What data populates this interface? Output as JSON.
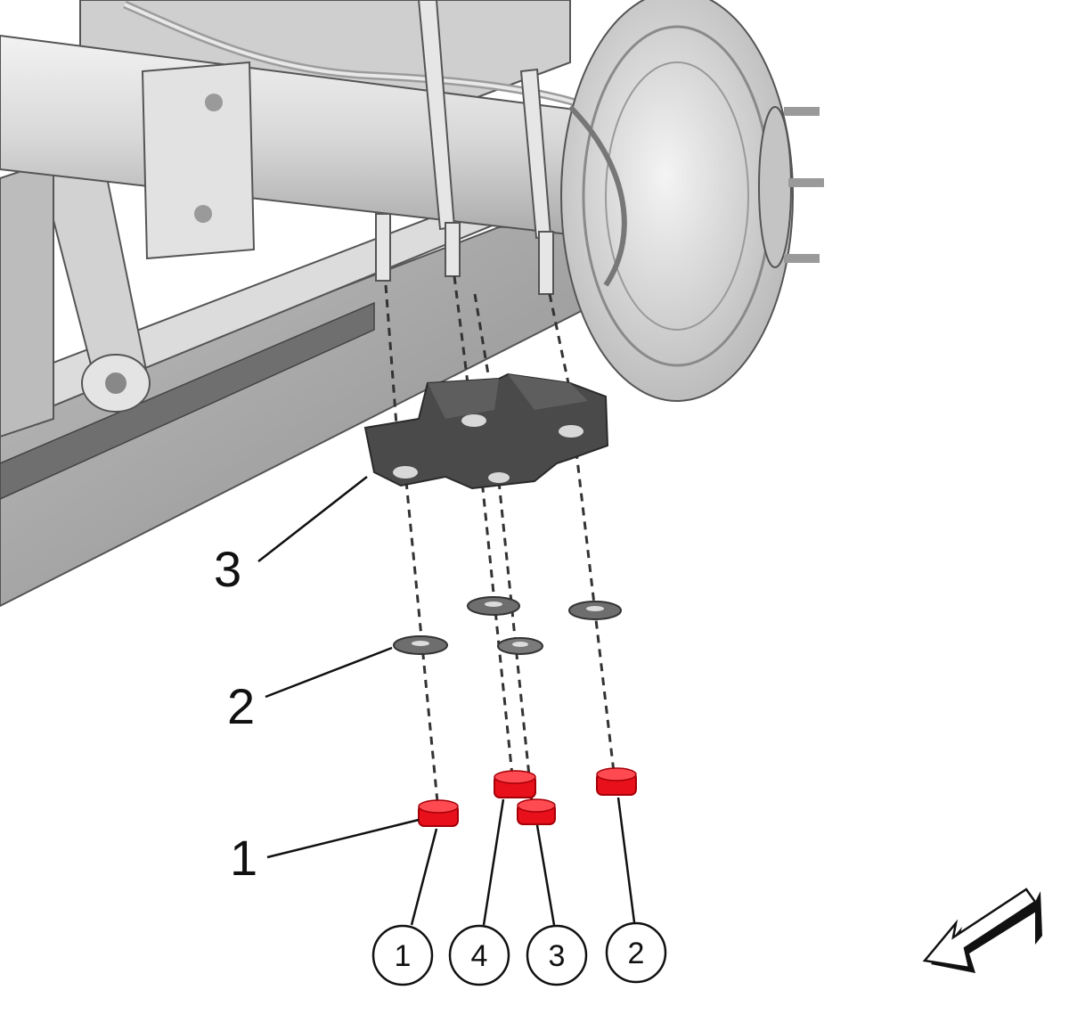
{
  "callouts": [
    {
      "label": "3"
    },
    {
      "label": "2"
    },
    {
      "label": "1"
    }
  ],
  "sequence": [
    {
      "label": "1"
    },
    {
      "label": "4"
    },
    {
      "label": "3"
    },
    {
      "label": "2"
    }
  ],
  "colors": {
    "nut": "#e8101a",
    "nut_shade": "#a50008",
    "bracket": "#4a4a4a",
    "washer": "#6e6e6e",
    "frame": "#c9c9c9",
    "axle": "#d6d6d6"
  },
  "icons": {
    "direction": "forward-arrow-icon"
  }
}
